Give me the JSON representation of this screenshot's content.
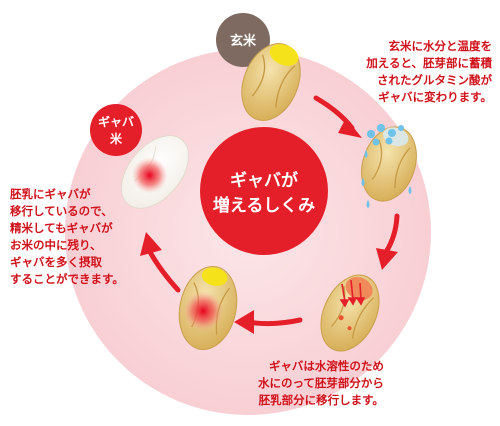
{
  "center": {
    "title_lines": [
      "ギャバが",
      "増えるしくみ"
    ]
  },
  "stages": {
    "brown_rice": {
      "label": "玄米"
    },
    "gaba_rice": {
      "label_lines": [
        "ギャバ",
        "米"
      ]
    }
  },
  "notes": {
    "top_right": [
      "玄米に水分と温度を",
      "加えると、胚芽部に蓄積",
      "されたグルタミン酸が",
      "ギャバに変わります。"
    ],
    "bottom": [
      "ギャバは水溶性のため",
      "水にのって胚芽部分から",
      "胚乳部分に移行します。"
    ],
    "left": [
      "胚乳にギャバが",
      "移行しているので、",
      "精米してもギャバが",
      "お米の中に残り、",
      "ギャバを多く摂取",
      "することができます。"
    ]
  },
  "colors": {
    "accent_red": "#e51f2a",
    "text_red": "#d0121b",
    "pink_ring": "#fad9dc",
    "brown_badge": "#7e6a60",
    "grain_tan": "#e3c275",
    "germ_yellow": "#f6e21a",
    "water_blue": "#6fc2ea"
  },
  "icons": [
    "brown-rice-grain-icon",
    "soaked-grain-icon",
    "gaba-forming-grain-icon",
    "gaba-spread-grain-icon",
    "polished-rice-grain-icon",
    "water-drop-icon",
    "cycle-arrow-icon"
  ]
}
